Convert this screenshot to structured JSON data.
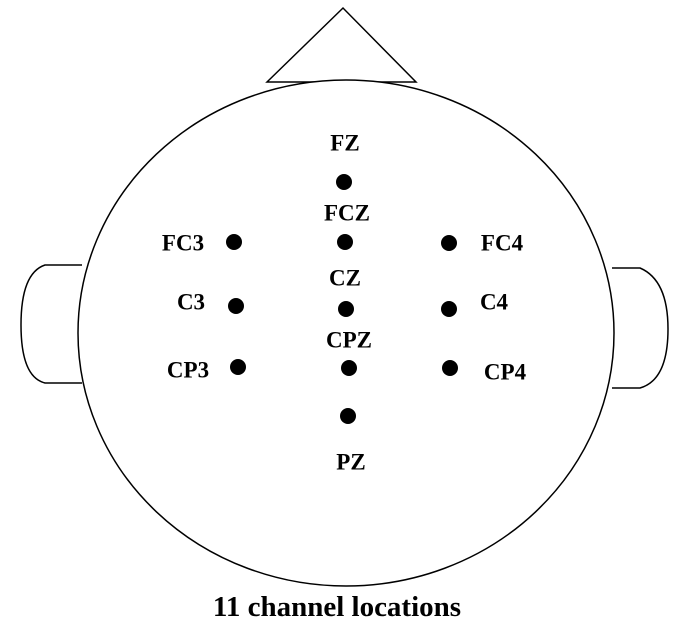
{
  "caption": "11 channel locations",
  "electrodes": [
    {
      "id": "fz",
      "label": "FZ"
    },
    {
      "id": "fcz",
      "label": "FCZ"
    },
    {
      "id": "fc3",
      "label": "FC3"
    },
    {
      "id": "fc4",
      "label": "FC4"
    },
    {
      "id": "cz",
      "label": "CZ"
    },
    {
      "id": "c3",
      "label": "C3"
    },
    {
      "id": "c4",
      "label": "C4"
    },
    {
      "id": "cpz",
      "label": "CPZ"
    },
    {
      "id": "cp3",
      "label": "CP3"
    },
    {
      "id": "cp4",
      "label": "CP4"
    },
    {
      "id": "pz",
      "label": "PZ"
    }
  ]
}
